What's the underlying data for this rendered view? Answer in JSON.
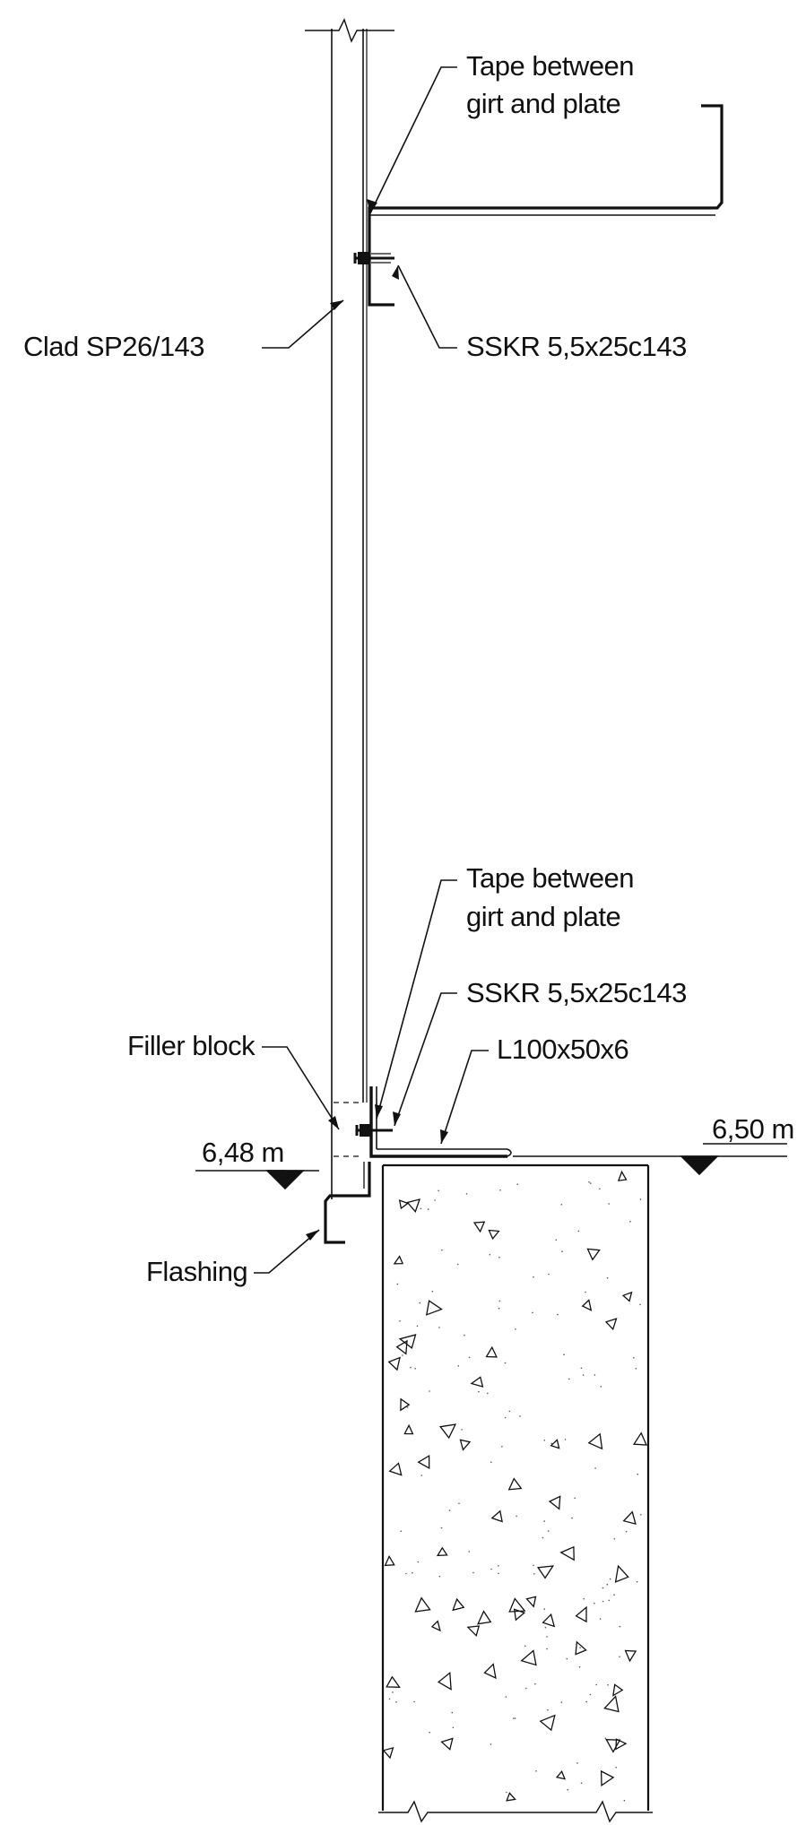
{
  "annotations": {
    "tape_top_line1": "Tape between",
    "tape_top_line2": "girt and plate",
    "clad": "Clad SP26/143",
    "screw_top": "SSKR 5,5x25c143",
    "tape_bottom_line1": "Tape between",
    "tape_bottom_line2": "girt and plate",
    "screw_bottom": "SSKR 5,5x25c143",
    "filler_block": "Filler block",
    "angle": "L100x50x6",
    "level_left": "6,48 m",
    "level_right": "6,50 m",
    "flashing": "Flashing"
  },
  "colors": {
    "ink": "#111111",
    "paper": "#ffffff"
  }
}
